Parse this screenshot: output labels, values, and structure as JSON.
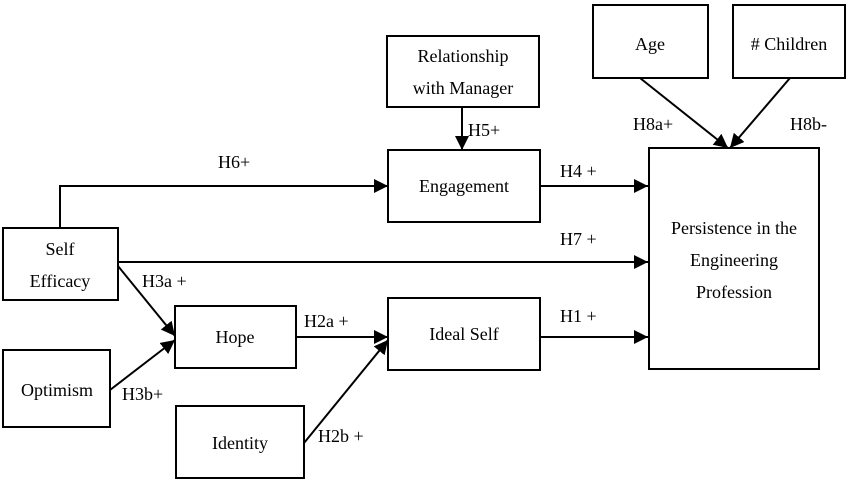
{
  "nodes": {
    "self_efficacy": [
      "Self",
      "Efficacy"
    ],
    "optimism": [
      "Optimism"
    ],
    "hope": [
      "Hope"
    ],
    "identity": [
      "Identity"
    ],
    "ideal_self": [
      "Ideal Self"
    ],
    "engagement": [
      "Engagement"
    ],
    "relationship": [
      "Relationship",
      "with Manager"
    ],
    "age": [
      "Age"
    ],
    "children": [
      "# Children"
    ],
    "persistence": [
      "Persistence in the",
      "Engineering",
      "Profession"
    ]
  },
  "edges": {
    "h1": "H1 +",
    "h2a": "H2a +",
    "h2b": "H2b +",
    "h3a": "H3a +",
    "h3b": "H3b+",
    "h4": "H4 +",
    "h5": "H5+",
    "h6": "H6+",
    "h7": "H7 +",
    "h8a": "H8a+",
    "h8b": "H8b-"
  },
  "colors": {
    "stroke": "#000000",
    "background": "#ffffff"
  }
}
